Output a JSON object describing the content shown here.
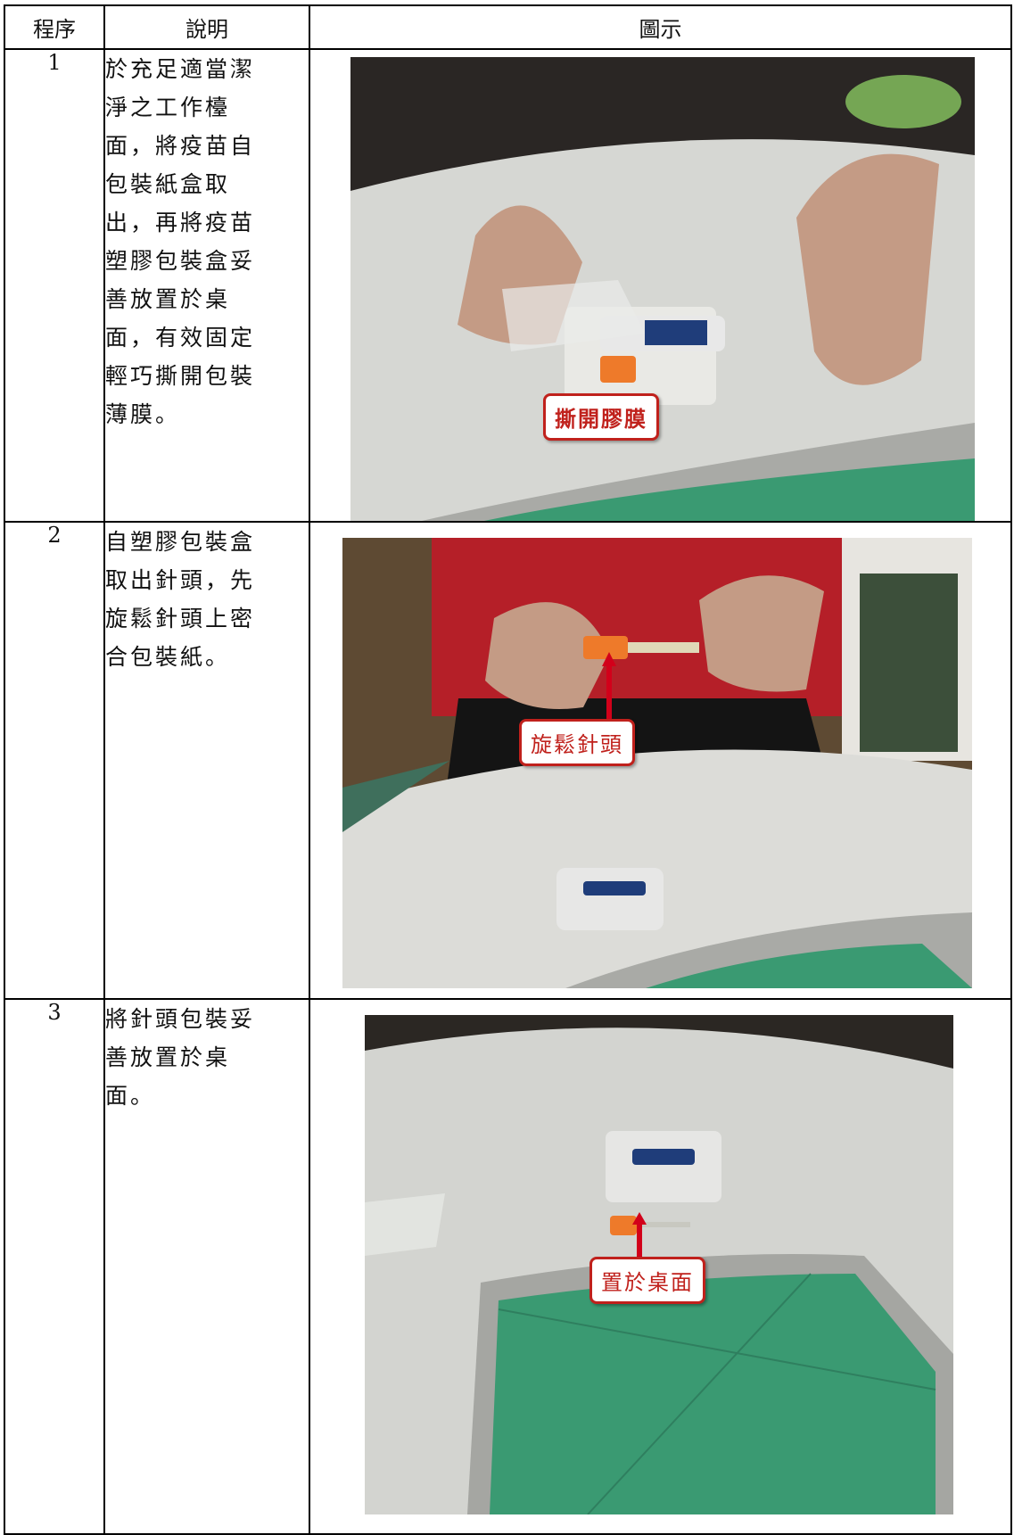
{
  "table": {
    "headers": [
      "程序",
      "說明",
      "圖示"
    ],
    "rows": [
      {
        "step": "1",
        "description_lines": [
          "於充足適當潔",
          "淨之工作檯",
          "面，將疫苗自",
          "包裝紙盒取",
          "出，再將疫苗",
          "塑膠包裝盒妥",
          "善放置於桌",
          "面，有效固定",
          "輕巧撕開包裝",
          "薄膜。"
        ],
        "callout": "撕開膠膜"
      },
      {
        "step": "2",
        "description_lines": [
          "自塑膠包裝盒",
          "取出針頭，先",
          "旋鬆針頭上密",
          "合包裝紙。"
        ],
        "callout": "旋鬆針頭"
      },
      {
        "step": "3",
        "description_lines": [
          "將針頭包裝妥",
          "善放置於桌",
          "面。"
        ],
        "callout": "置於桌面"
      }
    ]
  },
  "colors": {
    "callout_red": "#c0211c",
    "tray_green": "#3a9a72",
    "table_grey": "#cfd0cc"
  }
}
